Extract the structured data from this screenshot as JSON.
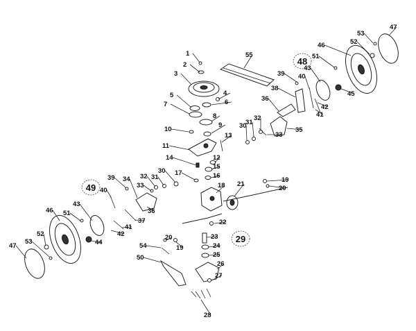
{
  "callouts": [
    "1",
    "2",
    "3",
    "4",
    "5",
    "6",
    "7",
    "8",
    "9",
    "10",
    "11",
    "12",
    "13",
    "14",
    "15",
    "16",
    "17",
    "18",
    "19",
    "20",
    "21",
    "22",
    "23",
    "24",
    "25",
    "26",
    "27",
    "28",
    "29",
    "30",
    "31",
    "32",
    "33",
    "34",
    "35",
    "36",
    "37",
    "38",
    "39",
    "40",
    "41",
    "42",
    "43",
    "44",
    "45",
    "46",
    "47",
    "48",
    "49",
    "50",
    "51",
    "52",
    "53",
    "54",
    "55"
  ],
  "circled_refs": [
    "29",
    "48",
    "49"
  ]
}
